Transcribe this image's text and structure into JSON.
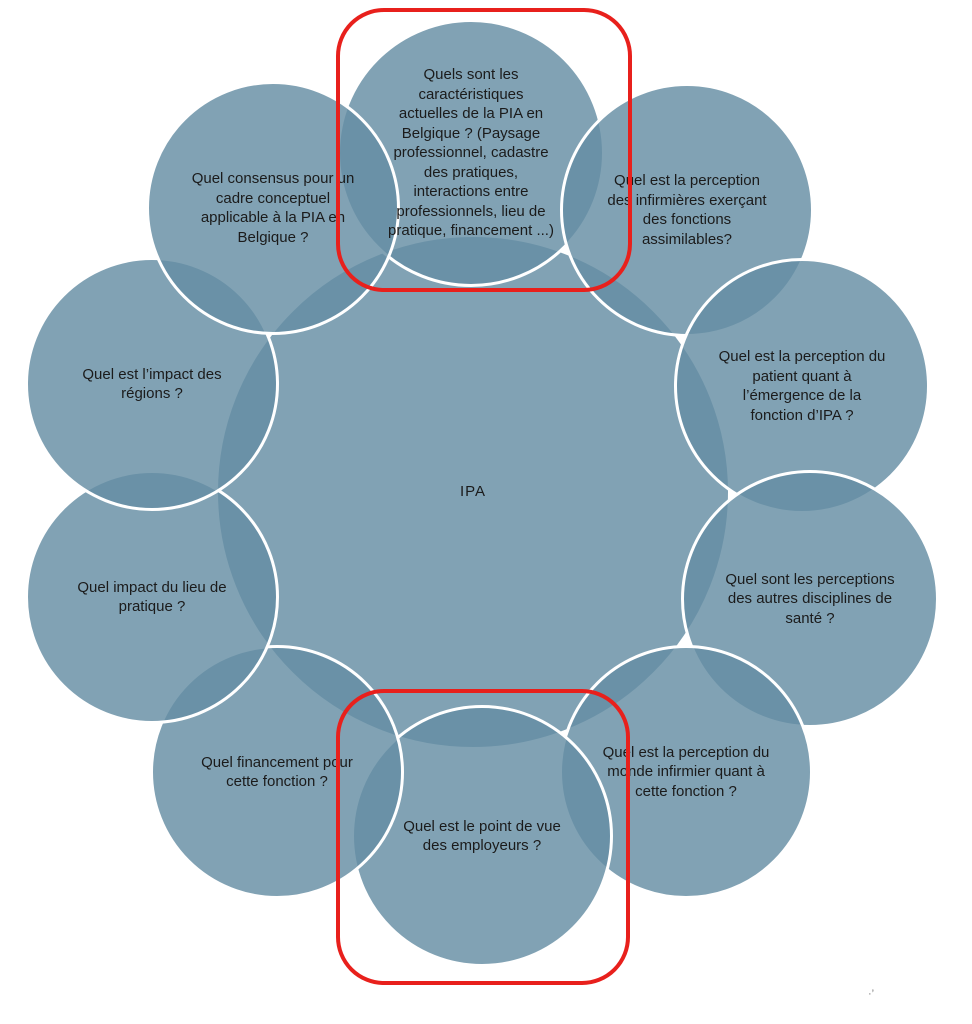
{
  "diagram": {
    "center_label": "IPA",
    "colors": {
      "circle_fill_hex": "#658DA4",
      "circle_fill_rgba": "rgba(101, 141, 164, 0.82)",
      "circle_border": "#FFFFFF",
      "highlight_stroke": "#E8201C",
      "text_color": "#1B1B1B"
    },
    "stray_mark": "·’",
    "nodes": [
      {
        "id": "caracteristiques-actuelles",
        "highlighted": true,
        "label": "Quels sont les\ncaractéristiques\nactuelles de la PIA en\nBelgique ? (Paysage\nprofessionnel, cadastre\ndes pratiques,\ninteractions entre\nprofessionnels, lieu de\npratique, financement ...)"
      },
      {
        "id": "perception-infirmieres-assimilables",
        "highlighted": false,
        "label": "Quel est la perception\ndes infirmières exerçant\ndes fonctions\nassimilables?"
      },
      {
        "id": "perception-patient",
        "highlighted": false,
        "label": "Quel est la perception du\npatient quant à\nl’émergence de la\nfonction d’IPA ?"
      },
      {
        "id": "perceptions-autres-disciplines",
        "highlighted": false,
        "label": "Quel sont les perceptions\ndes autres disciplines de\nsanté ?"
      },
      {
        "id": "perception-monde-infirmier",
        "highlighted": false,
        "label": "Quel est la perception du\nmonde infirmier quant à\ncette fonction ?"
      },
      {
        "id": "point-de-vue-employeurs",
        "highlighted": true,
        "label": "Quel est le point de vue\ndes employeurs ?"
      },
      {
        "id": "financement-fonction",
        "highlighted": false,
        "label": "Quel financement pour\ncette fonction ?"
      },
      {
        "id": "impact-lieu-de-pratique",
        "highlighted": false,
        "label": "Quel impact du lieu de\npratique ?"
      },
      {
        "id": "impact-regions",
        "highlighted": false,
        "label": "Quel est l’impact des\nrégions ?"
      },
      {
        "id": "cadre-conceptuel",
        "highlighted": false,
        "label": "Quel consensus pour un\ncadre conceptuel\napplicable à la PIA en\nBelgique ?"
      }
    ]
  }
}
